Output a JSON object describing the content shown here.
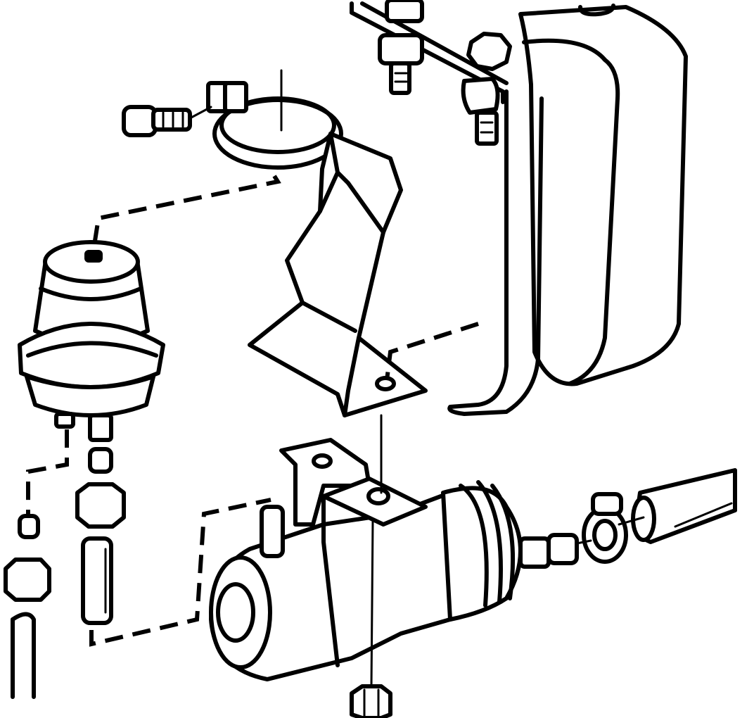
{
  "diagram": {
    "background": "#ffffff",
    "ink": "#000000",
    "parts": [
      "fluid-reservoir",
      "clamp-bracket",
      "mounting-bracket",
      "vacuum-servo",
      "brake-booster-cylinder",
      "hose",
      "fittings"
    ]
  }
}
